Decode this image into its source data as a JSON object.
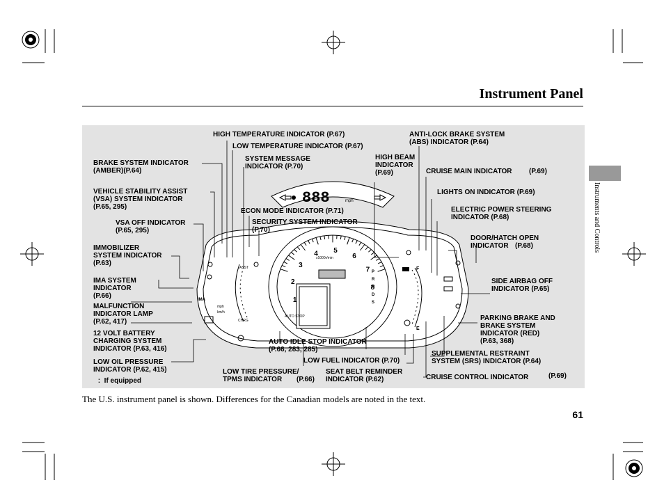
{
  "header": {
    "title": "Instrument Panel"
  },
  "side_tab": {
    "label": "Instruments and Controls"
  },
  "labels": {
    "brake_amber": [
      "BRAKE SYSTEM INDICATOR",
      "(AMBER)(P.64)"
    ],
    "vsa": [
      "VEHICLE STABILITY ASSIST",
      "(VSA) SYSTEM INDICATOR",
      "(P.65, 295)"
    ],
    "vsa_off": [
      "VSA OFF INDICATOR",
      "(P.65, 295)"
    ],
    "immobilizer": [
      "IMMOBILIZER",
      "SYSTEM INDICATOR",
      "(P.63)"
    ],
    "ima": [
      "IMA SYSTEM",
      "INDICATOR",
      "(P.66)"
    ],
    "mil": [
      "MALFUNCTION",
      "INDICATOR LAMP",
      "(P.62, 417)"
    ],
    "battery": [
      "12 VOLT BATTERY",
      "CHARGING SYSTEM",
      "INDICATOR (P.63, 416)"
    ],
    "oil": [
      "LOW OIL PRESSURE",
      "INDICATOR (P.62, 415)"
    ],
    "high_temp": "HIGH TEMPERATURE INDICATOR (P.67)",
    "low_temp": "LOW TEMPERATURE INDICATOR (P.67)",
    "system_message": [
      "SYSTEM MESSAGE",
      "INDICATOR (P.70)"
    ],
    "econ": "ECON MODE INDICATOR (P.71)",
    "security": [
      "SECURITY SYSTEM INDICATOR",
      "(P.70)"
    ],
    "high_beam": [
      "HIGH BEAM",
      "INDICATOR",
      "(P.69)"
    ],
    "abs": [
      "ANTI-LOCK BRAKE SYSTEM",
      "(ABS) INDICATOR (P.64)"
    ],
    "cruise_main": "CRUISE MAIN INDICATOR",
    "cruise_main_ref": "(P.69)",
    "lights_on": "LIGHTS ON INDICATOR (P.69)",
    "eps": [
      "ELECTRIC POWER STEERING",
      "INDICATOR (P.68)"
    ],
    "door": [
      "DOOR/HATCH OPEN",
      "INDICATOR"
    ],
    "door_ref": "(P.68)",
    "side_airbag": [
      "SIDE AIRBAG OFF",
      "INDICATOR (P.65)"
    ],
    "parking_brake": [
      "PARKING BRAKE AND",
      "BRAKE SYSTEM",
      "INDICATOR (RED)",
      "(P.63, 368)"
    ],
    "srs": [
      "SUPPLEMENTAL RESTRAINT",
      "SYSTEM (SRS) INDICATOR (P.64)"
    ],
    "cruise_control": "CRUISE CONTROL INDICATOR",
    "cruise_control_ref": "(P.69)",
    "auto_idle": [
      "AUTO IDLE STOP INDICATOR",
      "(P.66, 283, 285)"
    ],
    "low_fuel": "LOW FUEL INDICATOR (P.70)",
    "seat_belt": [
      "SEAT BELT REMINDER",
      "INDICATOR (P.62)"
    ],
    "tpms": [
      "LOW TIRE PRESSURE/",
      "TPMS INDICATOR"
    ],
    "tpms_ref": "(P.66)"
  },
  "gauge": {
    "speed_digits": "888",
    "speed_unit": "mph",
    "tach_unit": "x1000r/min",
    "tach_numbers": [
      "1",
      "2",
      "3",
      "4",
      "5",
      "6",
      "7",
      "8"
    ],
    "gears": [
      "P",
      "R",
      "N",
      "D",
      "S"
    ],
    "fuel_full": "F",
    "fuel_empty": "E",
    "assist": "ASST",
    "charge": "CHRG",
    "ima_badge": "IMA",
    "auto_stop": "AUTO STOP",
    "km_per_h": "km/h",
    "mph_label": "mph"
  },
  "footnote": " :  If equipped",
  "caption": "The U.S. instrument panel is shown. Differences for the Canadian models are noted in the text.",
  "page_number": "61"
}
